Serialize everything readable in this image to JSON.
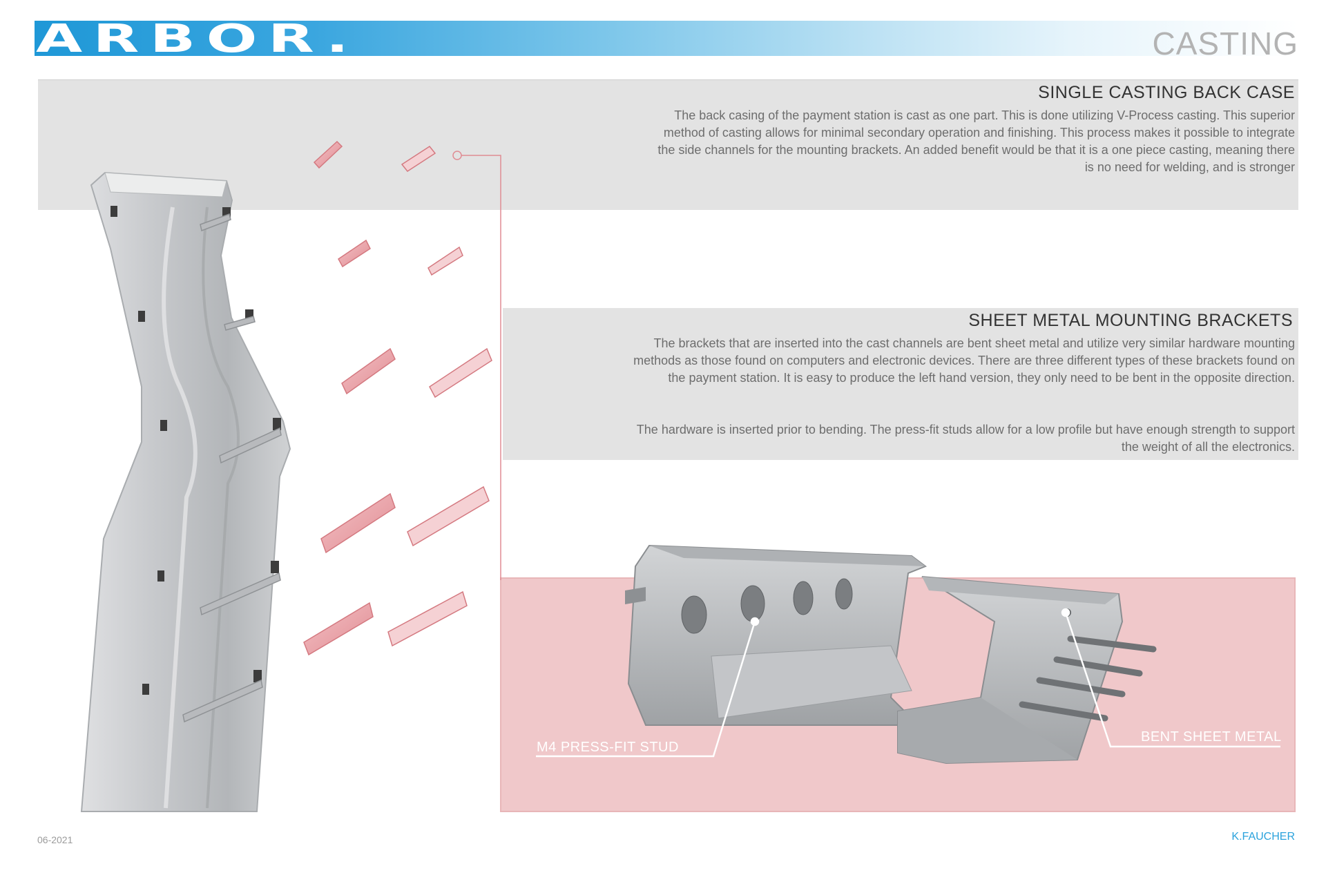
{
  "header": {
    "logo_text": "ARBOR.",
    "section_title": "CASTING",
    "gradient_colors": [
      "#1f98d7",
      "#ffffff"
    ]
  },
  "sections": [
    {
      "heading": "SINGLE CASTING BACK CASE",
      "body": "The back casing of the payment station is cast as one part. This is done utilizing V-Process casting. This superior method of casting allows for minimal secondary operation and finishing. This process makes it possible to integrate the side channels for the mounting brackets. An added benefit would be that it is a one piece casting, meaning there is no need for welding, and is stronger"
    },
    {
      "heading": "SHEET METAL MOUNTING BRACKETS",
      "body": "The brackets that are inserted into the cast channels are bent sheet metal and utilize very similar hardware mounting methods as those found on computers and electronic devices. There are three different types of these brackets found on the payment station. It is easy to produce the left hand version, they only need to be bent in the opposite direction.",
      "body2": "The hardware is inserted prior to bending. The press-fit studs allow for a low profile but have enough strength to support the weight of all the electronics."
    }
  ],
  "callouts": {
    "stud": "M4 PRESS-FIT STUD",
    "metal": "BENT SHEET METAL"
  },
  "footer": {
    "date": "06-2021",
    "author_initial": "K.",
    "author_name": "FAUCHER"
  },
  "colors": {
    "panel_grey": "#e3e3e3",
    "panel_pink": "#f0c8ca",
    "bracket_pink": "#e9a0a6",
    "accent_blue": "#2aa2dc",
    "metal": "#bdbfc2"
  }
}
